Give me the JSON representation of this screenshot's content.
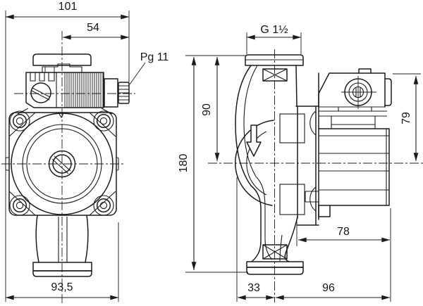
{
  "drawing_type": "pump dimensional drawing, two views",
  "front_view": {
    "overall_width": "101",
    "center_to_gland": "54",
    "cable_gland": "Pg 11",
    "port_flange_width": "93,5"
  },
  "side_view": {
    "pipe_thread": "G 1½",
    "overall_height": "180",
    "port_to_center_height": "90",
    "center_to_motor_top": "79",
    "motor_length": "78",
    "center_to_volute_front": "33",
    "center_to_motor_end": "96"
  },
  "style": {
    "line_color": "#1c1c1c",
    "background": "#ffffff"
  }
}
